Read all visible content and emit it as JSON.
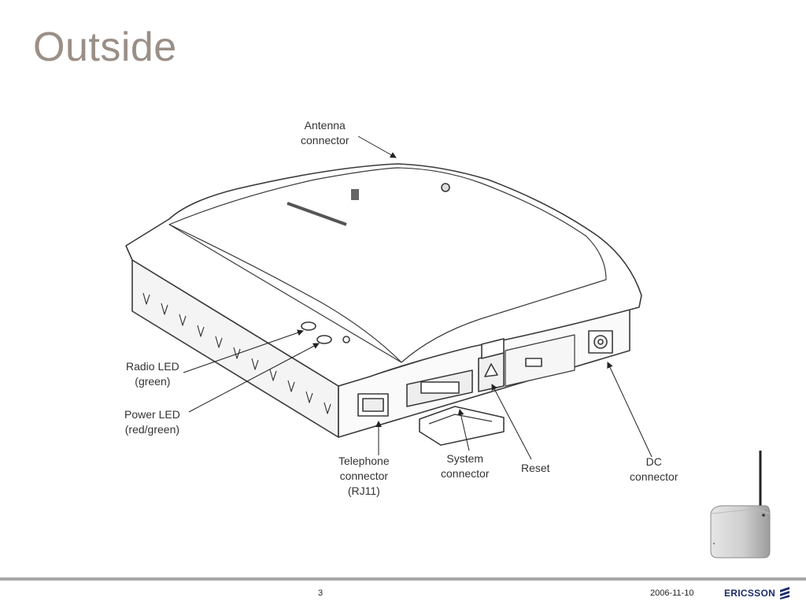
{
  "slide": {
    "title": "Outside",
    "page_number": "3",
    "date": "2006-11-10",
    "brand": "ERICSSON",
    "brand_color": "#1c2b6b",
    "title_color": "#9a8f87"
  },
  "callouts": {
    "antenna": [
      "Antenna",
      "connector"
    ],
    "radio_led": [
      "Radio LED",
      "(green)"
    ],
    "power_led": [
      "Power LED",
      "(red/green)"
    ],
    "telephone": [
      "Telephone",
      "connector",
      "(RJ11)"
    ],
    "system": [
      "System",
      "connector"
    ],
    "reset": [
      "Reset"
    ],
    "dc": [
      "DC",
      "connector"
    ]
  },
  "icons": {
    "device": "base-station-device-icon",
    "thumbnail": "base-station-thumbnail-icon",
    "brand": "ericsson-logo-icon"
  }
}
